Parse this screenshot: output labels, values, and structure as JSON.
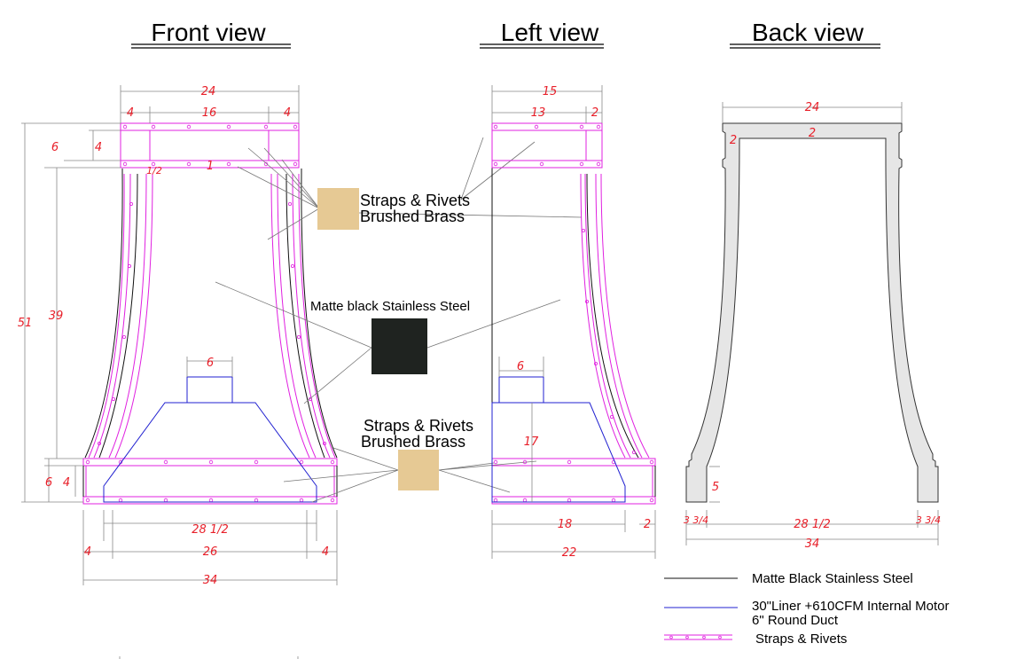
{
  "views": {
    "front": "Front view",
    "left": "Left view",
    "back": "Back view"
  },
  "front_dims": {
    "top_width": "24",
    "top_left": "4",
    "top_mid": "16",
    "top_right": "4",
    "strap_height": "6",
    "strap_gap": "4",
    "inner_half_a": "1/2",
    "inner_1": "1",
    "total_height": "51",
    "body_height": "39",
    "duct_width": "6",
    "bottom_strap": "6",
    "bottom_gap": "4",
    "liner_width": "28 1/2",
    "inner_bottom": "26",
    "side_left": "4",
    "side_right": "4",
    "bottom_width": "34"
  },
  "left_dims": {
    "top_depth": "15",
    "top_main": "13",
    "top_small": "2",
    "duct_width": "6",
    "liner_height": "17",
    "liner_depth": "18",
    "side": "2",
    "bottom_depth": "22"
  },
  "back_dims": {
    "top_width": "24",
    "wall_left": "2",
    "wall_top": "2",
    "notch": "5",
    "foot_left": "3 3/4",
    "foot_right": "3 3/4",
    "inner_width": "28 1/2",
    "bottom_width": "34"
  },
  "callouts": {
    "brass_top_line1": "Straps & Rivets",
    "brass_top_line2": "Brushed Brass",
    "steel": "Matte black Stainless Steel",
    "brass_bottom_line1": "Straps & Rivets",
    "brass_bottom_line2": "Brushed Brass"
  },
  "legend": {
    "black_line": "Matte Black Stainless Steel",
    "blue_line_1": "30\"Liner +610CFM Internal Motor",
    "blue_line_2": "6\" Round Duct",
    "pink_line": "Straps & Rivets"
  },
  "colors": {
    "brass": "#e6c994",
    "matte_black": "#1f2320",
    "strap": "#e020e0",
    "liner": "#2020d0",
    "dimension_text": "#e8202a"
  }
}
